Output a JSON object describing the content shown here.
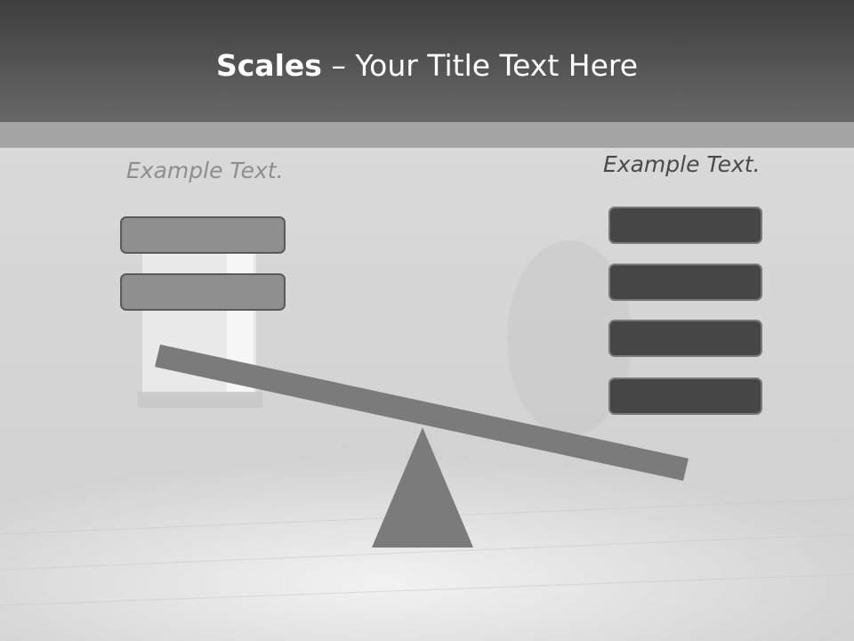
{
  "slide": {
    "title_bold": "Scales",
    "title_rest": " – Your Title Text Here"
  },
  "left_side": {
    "label": "Example Text.",
    "boxes": 2
  },
  "right_side": {
    "label": "Example Text.",
    "boxes": 4
  },
  "colors": {
    "header": "#555555",
    "strip": "#a4a4a4",
    "beam": "#7b7b7b",
    "fulcrum": "#7b7b7b",
    "left_box_fill": "#8f8f8f",
    "right_box_fill": "#464646"
  }
}
